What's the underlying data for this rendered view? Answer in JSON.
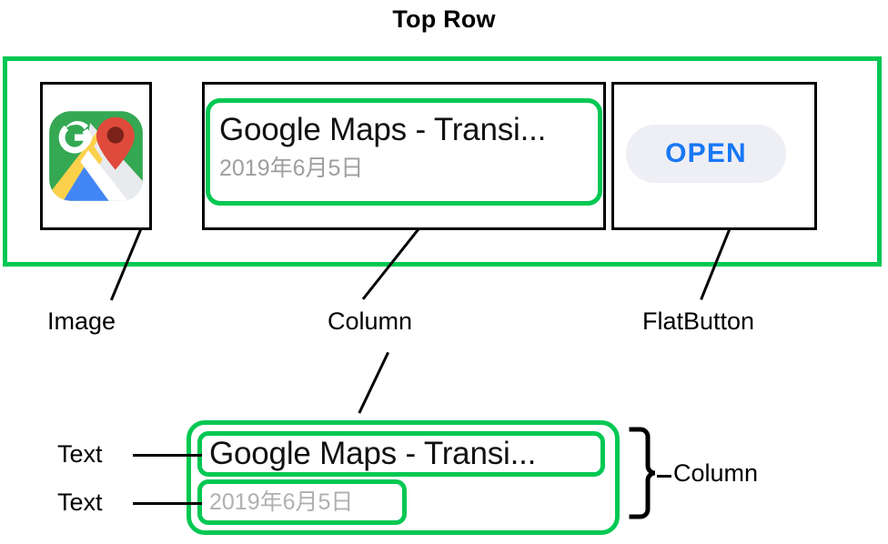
{
  "diagram": {
    "title": "Top Row",
    "highlight_color": "#00c853",
    "outline_color": "#000000"
  },
  "top_row": {
    "image": {
      "icon_name": "google-maps-icon",
      "colors": {
        "green": "#34a853",
        "blue": "#4285f4",
        "yellow": "#fbd14b",
        "red": "#e04a3a",
        "red_dark": "#7b2319",
        "white": "#ffffff",
        "grey": "#e8eaed"
      }
    },
    "column": {
      "title": "Google Maps - Transi...",
      "date": "2019年6月5日"
    },
    "flat_button": {
      "label": "OPEN",
      "text_color": "#1878f5",
      "background_color": "#eeeef5"
    }
  },
  "callouts": {
    "image": "Image",
    "column_top": "Column",
    "flat_button": "FlatButton"
  },
  "detail": {
    "text_label_1": "Text",
    "text_label_2": "Text",
    "column_label": "Column",
    "title": "Google Maps - Transi...",
    "date": "2019年6月5日"
  }
}
